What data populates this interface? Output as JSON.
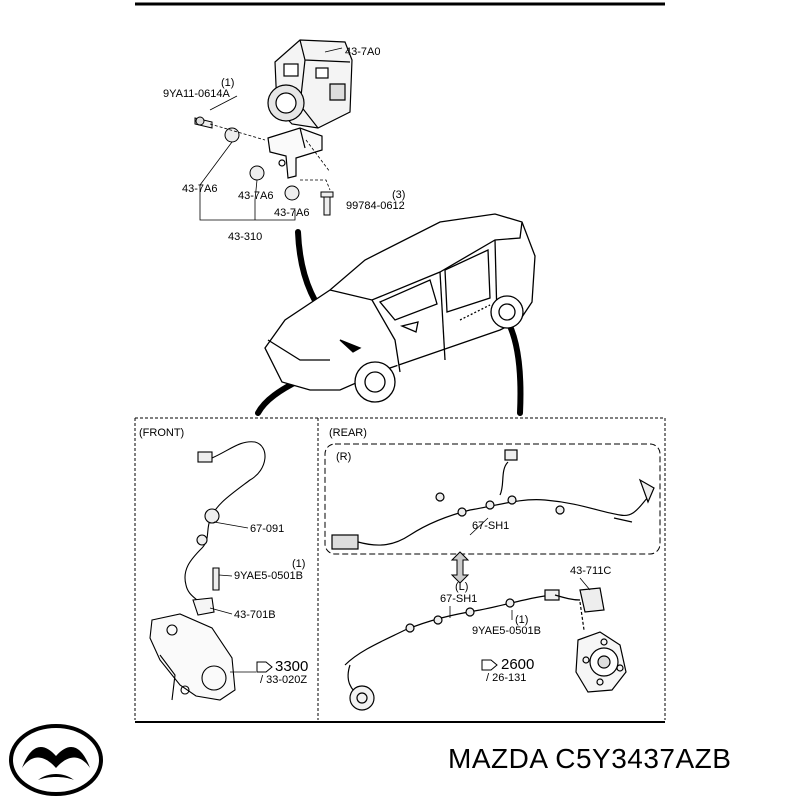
{
  "abs_unit": {
    "part_main": "43-7A0",
    "bolt_qty": "(1)",
    "bolt_part": "9YA11-0614A",
    "bushing_left": "43-7A6",
    "bushing_mid": "43-7A6",
    "bushing_right": "43-7A6",
    "bolt2_qty": "(3)",
    "bolt2_part": "99784-0612",
    "bracket_part": "43-310"
  },
  "front": {
    "section_label": "(FRONT)",
    "sensor_part": "67-091",
    "bolt_qty": "(1)",
    "bolt_part": "9YAE5-0501B",
    "sensor_body": "43-701B",
    "ref_code": "3300",
    "ref_sub": "/ 33-020Z"
  },
  "rear": {
    "section_label": "(REAR)",
    "right_label": "(R)",
    "harness_r": "67-SH1",
    "left_label": "(L)",
    "harness_l": "67-SH1",
    "sensor_part": "43-711C",
    "bolt_qty": "(1)",
    "bolt_part": "9YAE5-0501B",
    "ref_code": "2600",
    "ref_sub": "/ 26-131"
  },
  "brand": {
    "text": "MAZDA C5Y3437AZB",
    "logo_icon": "mazda-logo-icon"
  }
}
